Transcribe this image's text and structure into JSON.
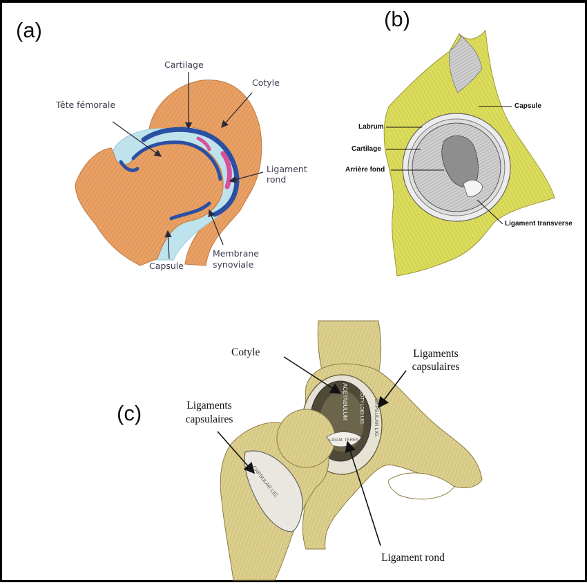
{
  "panels": {
    "a": {
      "letter": "(a)",
      "labels": {
        "cartilage": "Cartilage",
        "cotyle": "Cotyle",
        "tete_femorale": "Tête fémorale",
        "ligament_rond_1": "Ligament",
        "ligament_rond_2": "rond",
        "capsule": "Capsule",
        "membrane_1": "Membrane",
        "membrane_2": "synoviale"
      }
    },
    "b": {
      "letter": "(b)",
      "labels": {
        "capsule": "Capsule",
        "labrum": "Labrum",
        "cartilage": "Cartilage",
        "arriere_fond": "Arrière fond",
        "ligament_transverse": "Ligament transverse"
      }
    },
    "c": {
      "letter": "(c)",
      "labels": {
        "cotyle": "Cotyle",
        "ligaments_right_1": "Ligaments",
        "ligaments_right_2": "capsulaires",
        "ligaments_left_1": "Ligaments",
        "ligaments_left_2": "capsulaires",
        "ligament_rond": "Ligament rond"
      },
      "engraved_text": {
        "acetabulum": "ACETABULUM",
        "cotyloid": "COTYLOID LIG.",
        "capsular_right": "CAPSULAR LIG.",
        "lig_teres": "LIGAM. TERES",
        "capsular_left": "CAPSULAR LIG."
      }
    }
  },
  "colors": {
    "bone_orange": "#e8a064",
    "cartilage_blue": "#2b4fa3",
    "capsule_lightblue": "#bfe3ec",
    "ligament_pink": "#d9509a",
    "bone_yellow": "#d9dc5a",
    "bone_tan": "#d9cf93"
  }
}
